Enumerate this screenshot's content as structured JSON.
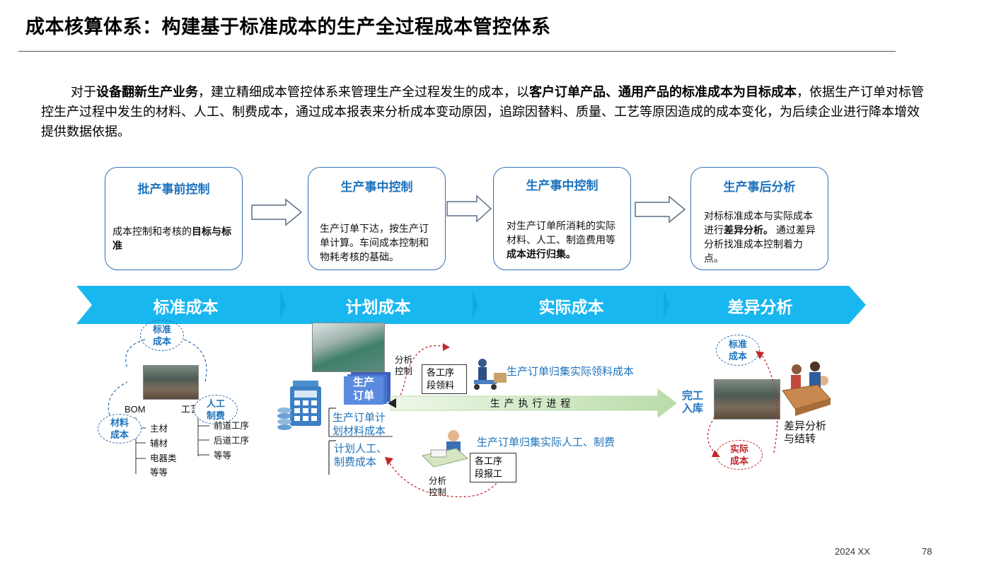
{
  "title": "成本核算体系：构建基于标准成本的生产全过程成本管控体系",
  "intro": {
    "p1": "对于",
    "b1": "设备翻新生产业务",
    "p2": "，建立精细成本管控体系来管理生产全过程发生的成本，以",
    "b2": "客户订单产品、通用产品的标准成本为目标成本",
    "p3": "，依据生产订单对标管控生产过程中发生的材料、人工、制费成本，通过成本报表来分析成本变动原因，追踪因替料、质量、工艺等原因造成的成本变化，为后续企业进行降本增效提供数据依据。"
  },
  "boxes": [
    {
      "title": "批产事前控制",
      "body_pre": "成本控制和考核的",
      "body_bold": "目标与标准",
      "body_post": ""
    },
    {
      "title": "生产事中控制",
      "body_pre": "生产订单下达，按生产订单计算。车间成本控制和物耗考核的基础。",
      "body_bold": "",
      "body_post": ""
    },
    {
      "title": "生产事中控制",
      "body_pre": "对生产订单所消耗的实际材料、人工、制造费用等",
      "body_bold": "成本进行归集。",
      "body_post": ""
    },
    {
      "title": "生产事后分析",
      "body_pre": "对标标准成本与实际成本进行",
      "body_bold": "差异分析。",
      "body_post": " 通过差异分析找准成本控制着力点。"
    }
  ],
  "stages": [
    "标准成本",
    "计划成本",
    "实际成本",
    "差异分析"
  ],
  "standard": {
    "bubble_top": "标准\n成本",
    "bubble_material": "材料\n成本",
    "bubble_labor": "人工\n制费",
    "bom": "BOM",
    "process": "工艺",
    "materials": [
      "主材",
      "辅材",
      "电器类",
      "等等"
    ],
    "processes": [
      "前道工序",
      "后道工序",
      "等等"
    ]
  },
  "plan": {
    "order": "生产\n订单",
    "plan_material": "生产订单计\n划材料成本",
    "plan_labor": "计划人工、\n制费成本",
    "analyze_top": "分析\n控制",
    "analyze_bottom": "分析\n控制"
  },
  "actual": {
    "box_top": "各工序\n段领料",
    "text_top": "生产订单归集实际领料成本",
    "process_bar": "生 产 执 行 进 程",
    "box_bottom": "各工序\n段报工",
    "text_bottom": "生产订单归集实际人工、制费"
  },
  "variance": {
    "finish": "完工\n入库",
    "bubble_std": "标准\n成本",
    "bubble_act": "实际\n成本",
    "result": "差异分析\n与结转"
  },
  "footer": {
    "date": "2024 XX",
    "page": "78"
  },
  "colors": {
    "accent_blue": "#1e73be",
    "banner": "#19b7ef",
    "red": "#c0282d",
    "green_bar": "#cfe8c4"
  }
}
